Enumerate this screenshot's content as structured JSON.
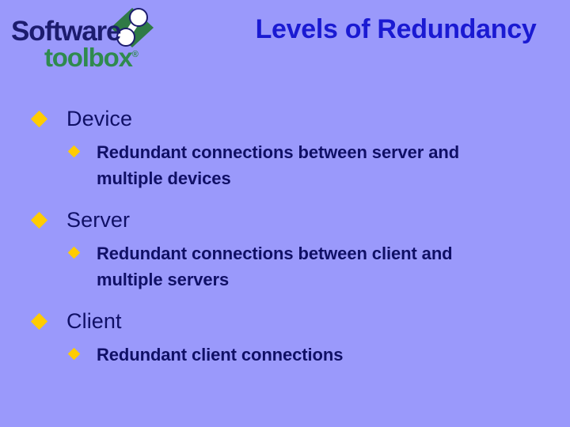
{
  "slide": {
    "background_color": "#9a99fb",
    "title": "Levels of Redundancy",
    "title_color": "#1a1ad2",
    "body_text_color": "#101066",
    "bullet_color": "#ffcc00"
  },
  "logo": {
    "word_primary": "Software",
    "word_primary_color": "#1c1c6e",
    "word_secondary": "toolbox",
    "word_secondary_color": "#2f8a4e",
    "trademark": "®",
    "mark_name": "green-diamond-linked-nodes-icon",
    "mark_diamond_color": "#2f7a46",
    "mark_node_color": "#ffffff"
  },
  "outline": [
    {
      "label": "Device",
      "sub": [
        "Redundant connections between server and  multiple devices"
      ]
    },
    {
      "label": "Server",
      "sub": [
        "Redundant connections between client and  multiple servers"
      ]
    },
    {
      "label": "Client",
      "sub": [
        "Redundant client connections"
      ]
    }
  ]
}
